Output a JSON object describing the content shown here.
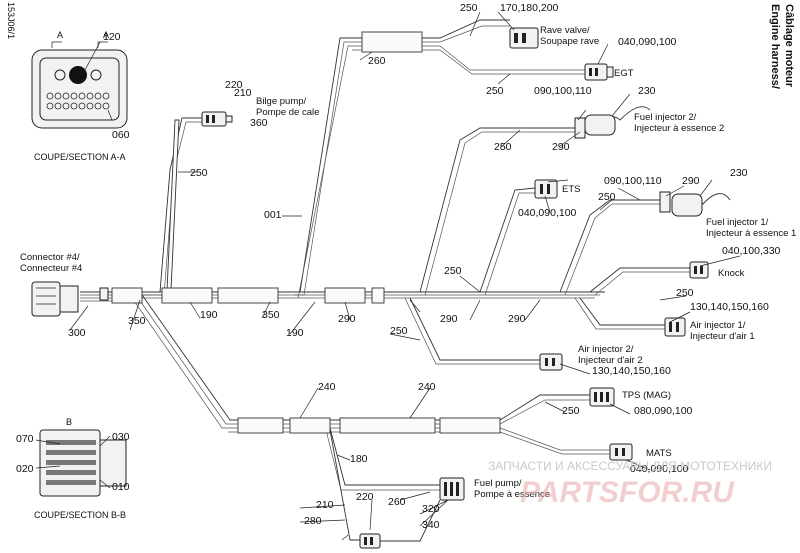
{
  "doc": {
    "ref": "153J06/1",
    "title_en": "Engine harness/",
    "title_fr": "Câblage moteur"
  },
  "sections": {
    "a": "COUPE/SECTION A-A",
    "b": "COUPE/SECTION B-B",
    "a_marker": "A",
    "b_marker": "B"
  },
  "components": {
    "connector4": [
      "Connector #4/",
      "Connecteur #4"
    ],
    "bilge_pump": [
      "Bilge pump/",
      "Pompe de cale"
    ],
    "rave_valve": [
      "Rave valve/",
      "Soupape rave"
    ],
    "egt": "EGT",
    "fuel_injector_2": [
      "Fuel injector 2/",
      "Injecteur à essence 2"
    ],
    "ets": "ETS",
    "fuel_injector_1": [
      "Fuel injector 1/",
      "Injecteur à essence 1"
    ],
    "knock": "Knock",
    "air_injector_1": [
      "Air injector 1/",
      "Injecteur d'air 1"
    ],
    "air_injector_2": [
      "Air injector 2/",
      "Injecteur d'air 2"
    ],
    "tps": "TPS (MAG)",
    "mats": "MATS",
    "fuel_pump": [
      "Fuel pump/",
      "Pompe à essence"
    ]
  },
  "callouts": {
    "c120": "120",
    "c060": "060",
    "c220_bilge": "220",
    "c210_bilge": "210",
    "c360": "360",
    "c250_main": "250",
    "c001": "001",
    "c260_top": "260",
    "c250_rave": "250",
    "c170": "170,180,200",
    "c040_egt": "040,090,100",
    "c250_egt": "250",
    "c090_inj2": "090,100,110",
    "c230_inj2": "230",
    "c250_inj2": "250",
    "c290_inj2": "290",
    "c040_ets": "040,090,100",
    "c090_inj1": "090,100,110",
    "c290_inj1": "290",
    "c230_inj1": "230",
    "c250_inj1": "250",
    "c250_mid": "250",
    "c040_knock": "040,100,330",
    "c250_knock": "250",
    "c130_air1": "130,140,150,160",
    "c300": "300",
    "c350_left": "350",
    "c190_a": "190",
    "c350_mid": "350",
    "c190_b": "190",
    "c290_a": "290",
    "c290_b": "290",
    "c290_c": "290",
    "c250_air2": "250",
    "c130_air2": "130,140,150,160",
    "c240_a": "240",
    "c240_b": "240",
    "c250_tps": "250",
    "c080": "080,090,100",
    "c040_mats": "040,090,100",
    "c180": "180",
    "c070": "070",
    "c030": "030",
    "c020": "020",
    "c010": "010",
    "c210_fp": "210",
    "c220_fp": "220",
    "c260_fp": "260",
    "c280": "280",
    "c320": "320",
    "c340": "340"
  },
  "watermark": {
    "line1": "ЗАПЧАСТИ И АКСЕССУАРЫ ДЛЯ МОТОТЕХНИКИ",
    "line2": "PARTSFOR.RU"
  }
}
